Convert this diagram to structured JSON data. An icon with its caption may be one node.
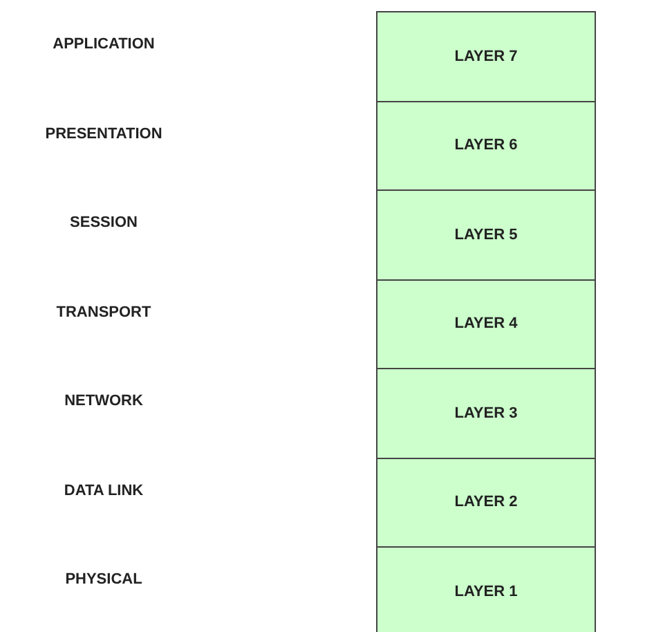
{
  "diagram": {
    "nodes": [
      {
        "text": [
          "LAYER 7"
        ]
      },
      {
        "text": [
          "LAYER 6"
        ]
      },
      {
        "text": [
          "LAYER 5"
        ]
      },
      {
        "text": [
          "LAYER 4"
        ]
      },
      {
        "text": [
          "LAYER 3"
        ]
      },
      {
        "text": [
          "LAYER 2"
        ]
      },
      {
        "text": [
          "LAYER 1"
        ]
      }
    ],
    "labels": [
      "APPLICATION",
      "PRESENTATION",
      "SESSION",
      "TRANSPORT",
      "NETWORK",
      "DATA LINK",
      "PHYSICAL"
    ]
  }
}
